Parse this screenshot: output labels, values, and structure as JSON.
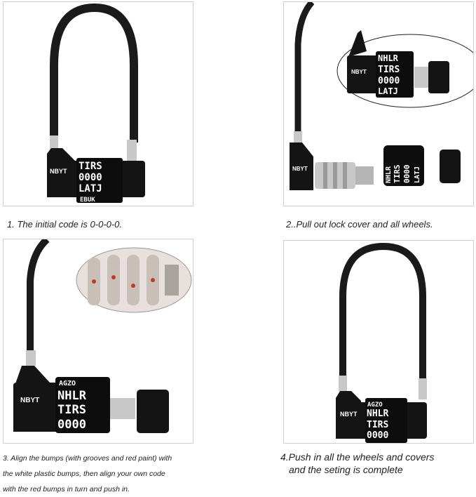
{
  "steps": [
    {
      "caption": "1. The initial code is 0-0-0-0."
    },
    {
      "caption": "2..Pull out lock cover and all wheels."
    },
    {
      "caption": "3. Align the bumps (with grooves and red paint) with the white plastic bumps, then align your own code with the red bumps in turn and push in."
    },
    {
      "caption": "4.Push in all the wheels and covers and the seting is complete"
    }
  ],
  "captions_lines": {
    "step3": [
      "3. Align the bumps (with grooves and red paint) with",
      "the white plastic bumps, then align your own code",
      "with the red bumps in turn and push in."
    ],
    "step4": [
      "4.Push in all the wheels and covers",
      "and the seting is complete"
    ]
  },
  "lock": {
    "brand": "NBYT",
    "rows_panel1": [
      "TIRS",
      "0000",
      "LATJ",
      "EBUK"
    ],
    "rows_panel2_inset": [
      "NHLR",
      "TIRS",
      "0000",
      "LATJ"
    ],
    "wheel_stack_rows": [
      "NHLR",
      "TIRS",
      "0000",
      "LATJ"
    ],
    "rows_panel3": [
      "AGZO",
      "NHLR",
      "TIRS",
      "0000"
    ],
    "rows_panel4": [
      "AGZO",
      "NHLR",
      "TIRS",
      "0000"
    ]
  },
  "colors": {
    "lock_body": "#141414",
    "cable": "#1a1a1a",
    "metal": "#c8c8c8",
    "red_paint": "#c0392b",
    "border": "#cfcfcf"
  }
}
